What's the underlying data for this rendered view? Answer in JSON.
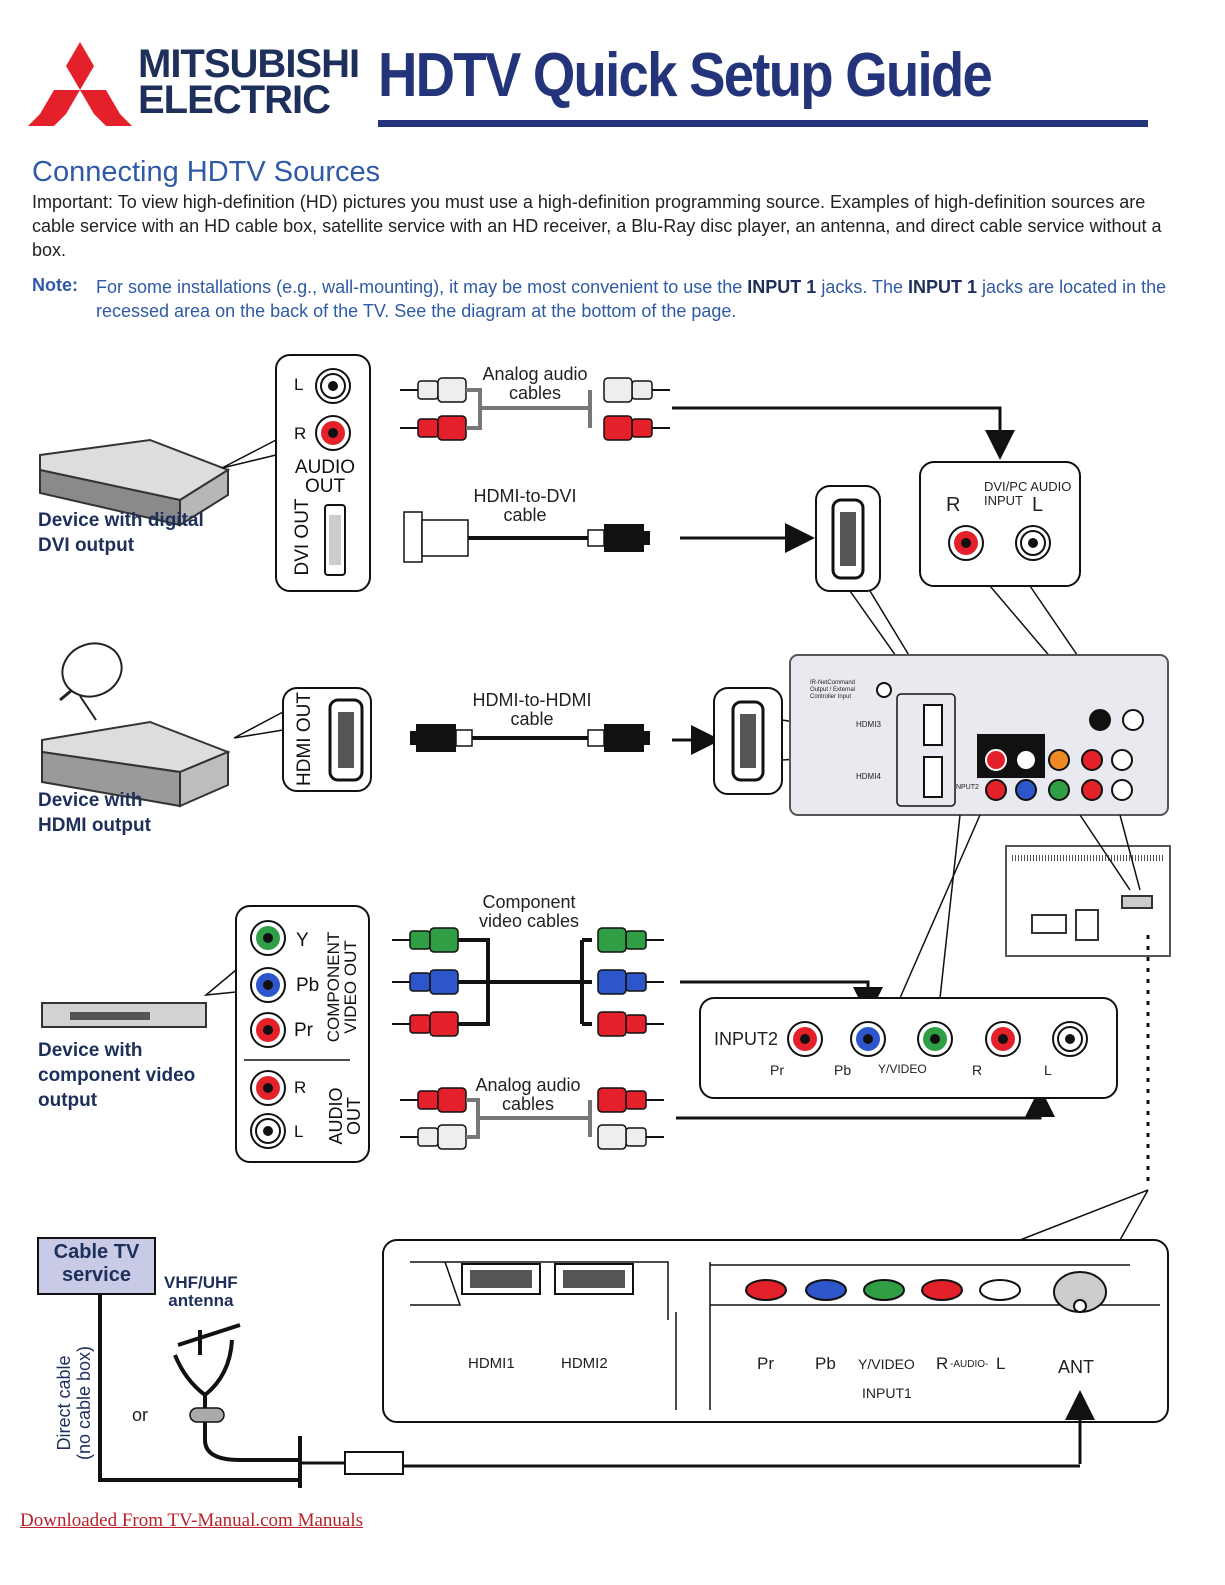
{
  "header": {
    "brand_line1": "MITSUBISHI",
    "brand_line2": "ELECTRIC",
    "title": "HDTV Quick Setup Guide"
  },
  "section": {
    "heading": "Connecting HDTV Sources",
    "intro": "Important:  To view high-definition (HD) pictures you must use a high-definition programming source.  Examples of high-definition sources are cable service with an HD cable box, satellite service with an HD receiver, a Blu-Ray disc player, an antenna, and direct cable service without a box.",
    "note_label": "Note:",
    "note_part1": "For some installations (e.g., wall-mounting), it may be most convenient to use the ",
    "note_bold1": "INPUT 1",
    "note_part2": " jacks.  The ",
    "note_bold2": "INPUT 1",
    "note_part3": " jacks are located in the recessed area on the back of the TV.  See the diagram at the bottom of the page."
  },
  "devices": {
    "dvi": [
      "Device with digital",
      "DVI output"
    ],
    "hdmi": [
      "Device with",
      "HDMI output"
    ],
    "component": [
      "Device with",
      "component video",
      "output"
    ]
  },
  "device_panels": {
    "dvi_left": "L",
    "dvi_right": "R",
    "audio_out_1": "AUDIO",
    "audio_out_2": "OUT",
    "dvi_out": "DVI OUT",
    "hdmi_out": "HDMI OUT",
    "y": "Y",
    "pb": "Pb",
    "pr": "Pr",
    "component_1": "COMPONENT",
    "component_2": "VIDEO OUT",
    "r": "R",
    "l": "L",
    "audio_1": "AUDIO",
    "audio_2": "OUT"
  },
  "cables": {
    "analog_audio_1": [
      "Analog audio",
      "cables"
    ],
    "hdmi_dvi": [
      "HDMI-to-DVI",
      "cable"
    ],
    "hdmi_hdmi": [
      "HDMI-to-HDMI",
      "cable"
    ],
    "component": [
      "Component",
      "video cables"
    ],
    "analog_audio_2": [
      "Analog audio",
      "cables"
    ]
  },
  "tv_panels": {
    "dvipc_r": "R",
    "dvipc_label1": "DVI/PC AUDIO",
    "dvipc_label2": "INPUT",
    "dvipc_l": "L",
    "input2": "INPUT2",
    "input2_pr": "Pr",
    "input2_pb": "Pb",
    "input2_y": "Y/VIDEO",
    "input2_r": "R",
    "input2_l": "L",
    "hdmi1": "HDMI1",
    "hdmi2": "HDMI2",
    "input1_pr": "Pr",
    "input1_pb": "Pb",
    "input1_y": "Y/VIDEO",
    "input1_r": "R",
    "input1_audio": "-AUDIO-",
    "input1_l": "L",
    "input1": "INPUT1",
    "ant": "ANT",
    "back_hdmi3": "HDMI3",
    "back_hdmi4": "HDMI4",
    "back_ir": "IR-NetCommand Output / External Controller Input",
    "back_input2": "INPUT2"
  },
  "antenna": {
    "cable_tv_1": "Cable TV",
    "cable_tv_2": "service",
    "vhf_1": "VHF/UHF",
    "vhf_2": "antenna",
    "or": "or",
    "direct_1": "Direct cable",
    "direct_2": "(no cable box)"
  },
  "footer": {
    "link": "Downloaded From TV-Manual.com Manuals"
  },
  "colors": {
    "brand_red": "#e4202a",
    "navy": "#24347a",
    "heading_blue": "#2f5aa5"
  }
}
